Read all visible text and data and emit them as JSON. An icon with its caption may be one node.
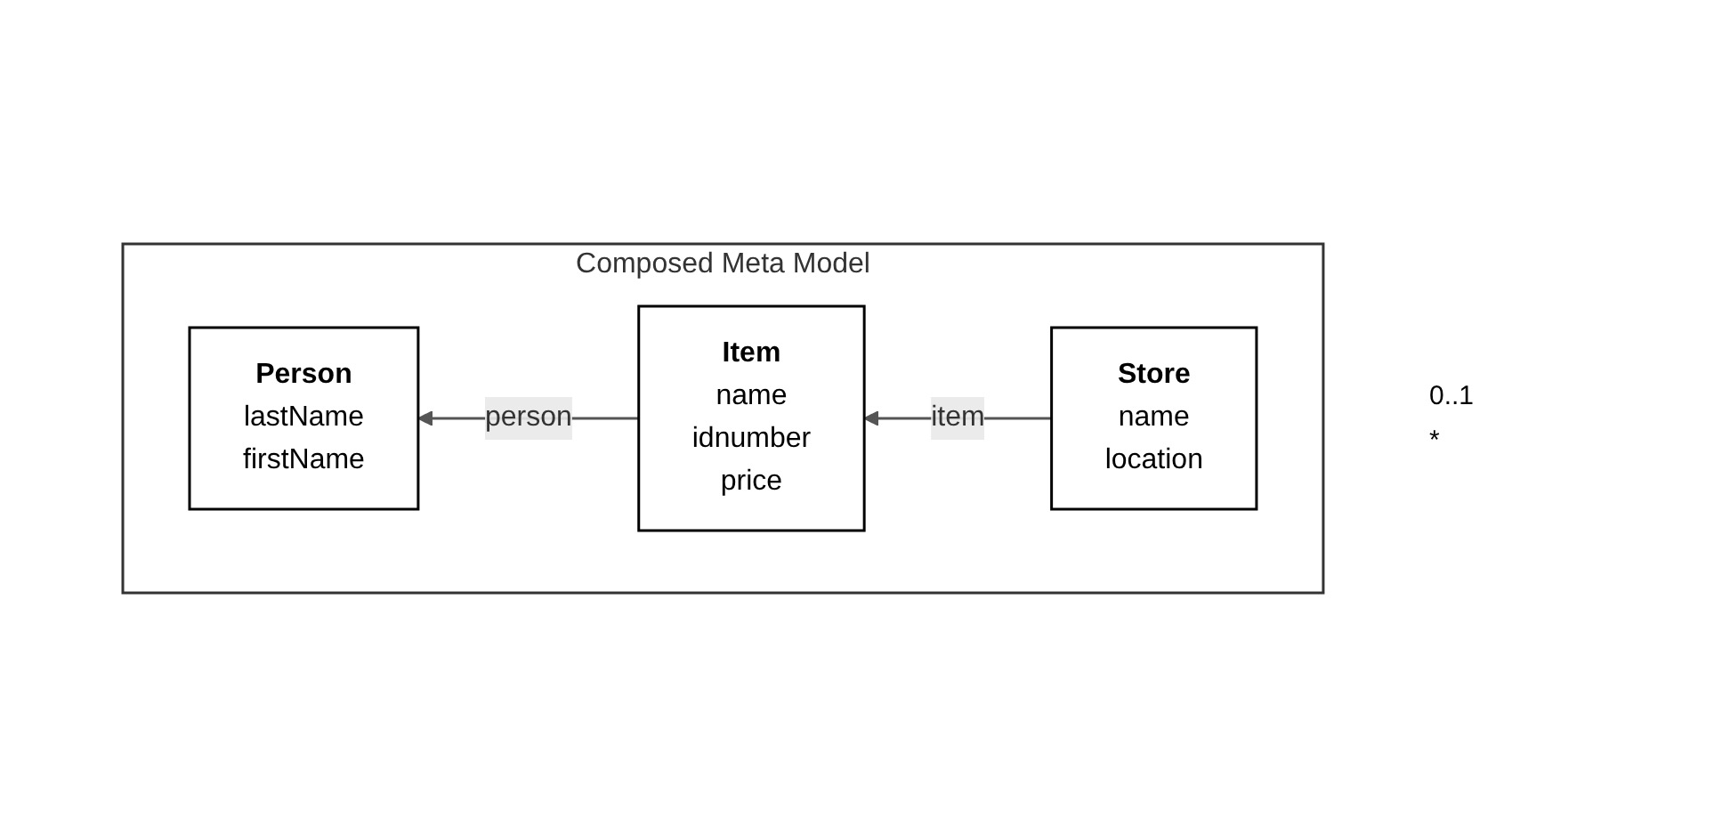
{
  "diagram": {
    "nodes": [
      {
        "text": [
          "Composed Meta Model"
        ]
      },
      {
        "text": [
          "Person",
          "lastName",
          "firstName"
        ],
        "in": 0
      },
      {
        "text": [
          "Item",
          "name",
          "idnumber",
          "price"
        ],
        "in": 0
      },
      {
        "text": [
          "Store",
          "name",
          "location"
        ],
        "in": 0
      }
    ],
    "edges": [
      {
        "from": 2,
        "to": 1,
        "arrow": "to",
        "label": "person"
      },
      {
        "from": 3,
        "to": 2,
        "arrow": "to",
        "label": "item"
      }
    ],
    "labels": [
      "0..1",
      "*"
    ]
  }
}
